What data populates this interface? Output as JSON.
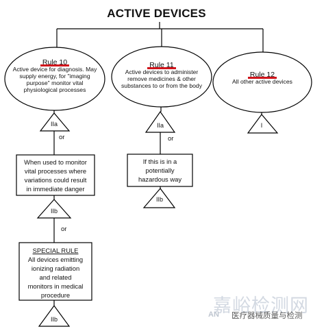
{
  "title": "ACTIVE DEVICES",
  "rules": [
    {
      "label": "Rule 10",
      "lines": [
        "Active device for diagnosis. May",
        "supply energy, for \"imaging",
        "purpose\" monitor vital",
        "physiological processes"
      ]
    },
    {
      "label": "Rule 11",
      "lines": [
        "Active devices to administer",
        "remove medicines & other",
        "substances to or from the body"
      ]
    },
    {
      "label": "Rule 12",
      "lines": [
        "All other active devices"
      ]
    }
  ],
  "classes": {
    "rule10_main": "IIa",
    "rule11_main": "IIa",
    "rule12_main": "I",
    "rule10_sub": "IIb",
    "rule10_special": "IIb",
    "rule11_sub": "IIb"
  },
  "or_labels": {
    "left_1": "or",
    "left_2": "or",
    "middle": "or"
  },
  "boxes": {
    "monitor": [
      "When used to monitor",
      "vital processes where",
      "variations could result",
      "in immediate danger"
    ],
    "special_title": "SPECIAL RULE",
    "special": [
      "All devices emitting",
      "ionizing radiation",
      "and related",
      "monitors in medical",
      "procedure"
    ],
    "hazard": [
      "If this is in a",
      "potentially",
      "hazardous way"
    ]
  },
  "watermark": {
    "text": "嘉峪检测网",
    "account": "医疗器械质量与检测",
    "prefix": "AN"
  }
}
